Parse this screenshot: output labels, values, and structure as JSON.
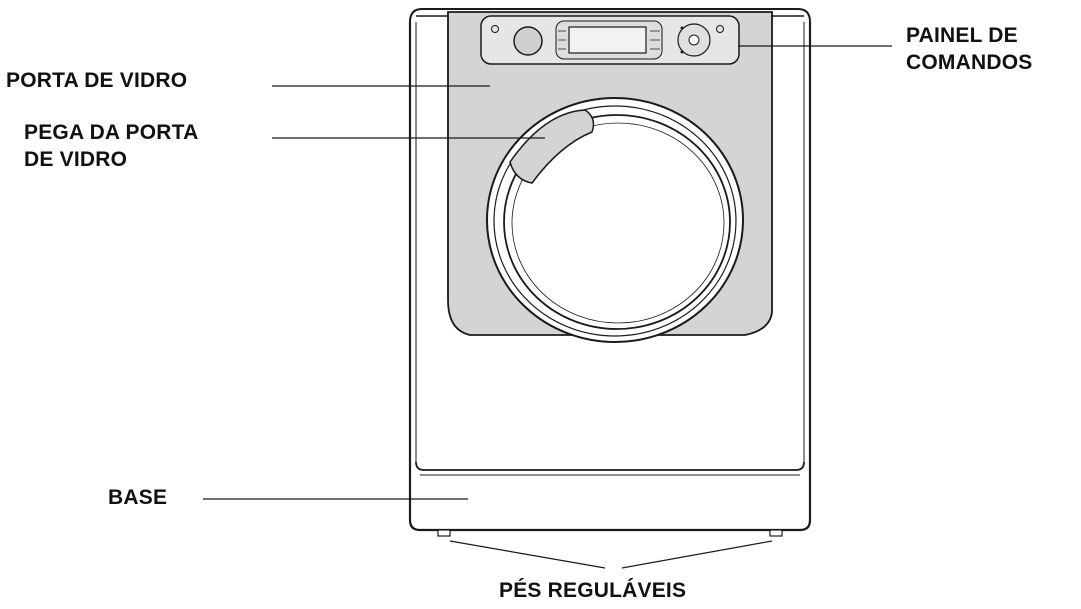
{
  "labels": {
    "glass_door": "PORTA DE VIDRO",
    "door_handle_line1": "PEGA DA PORTA",
    "door_handle_line2": "DE VIDRO",
    "control_panel_line1": "PAINEL DE",
    "control_panel_line2": "COMANDOS",
    "base": "BASE",
    "adjustable_feet": "PÉS REGULÁVEIS"
  },
  "colors": {
    "panel_gray": "#d4d4d4",
    "body_white": "#ffffff",
    "outline": "#1a1a1a",
    "text": "#111111"
  }
}
